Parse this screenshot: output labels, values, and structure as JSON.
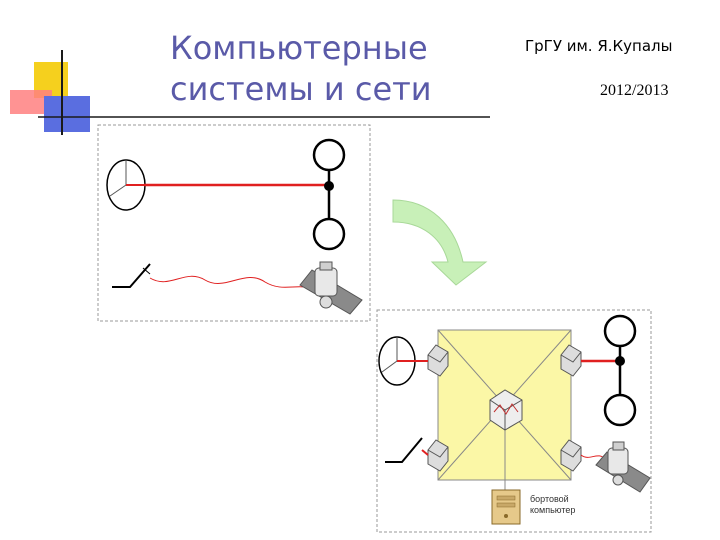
{
  "slide": {
    "title_line1": "Компьютерные",
    "title_line2": "системы и сети",
    "organization": "ГрГУ им. Я.Купалы",
    "year": "2012/2013"
  },
  "diagram": {
    "computer_label_line1": "бортовой",
    "computer_label_line2": "компьютер",
    "colors": {
      "signal_line": "#e02020",
      "hub_fill": "#fbf7a6",
      "arrow_fill": "#c8f0b8",
      "title_color": "#5a5aa8"
    }
  }
}
